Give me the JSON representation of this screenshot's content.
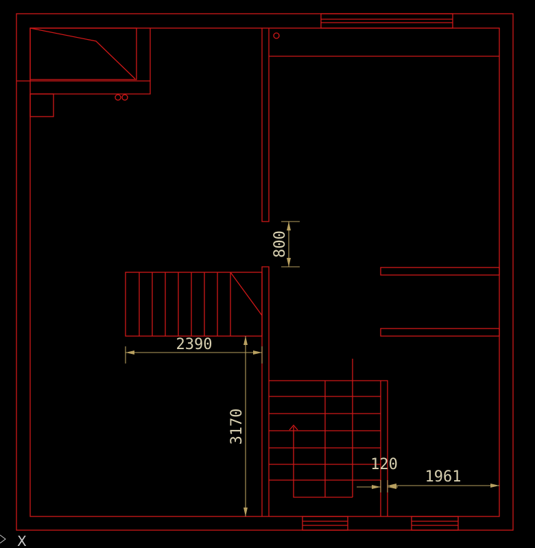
{
  "dimensions": [
    {
      "id": "dim-800",
      "text": "800"
    },
    {
      "id": "dim-2390",
      "text": "2390"
    },
    {
      "id": "dim-3170",
      "text": "3170"
    },
    {
      "id": "dim-120",
      "text": "120"
    },
    {
      "id": "dim-1961",
      "text": "1961"
    }
  ],
  "ucs_icon": {
    "label": "X"
  },
  "colors": {
    "walls": "#d01818",
    "dimensions": "#b8a060",
    "background": "#000000"
  }
}
